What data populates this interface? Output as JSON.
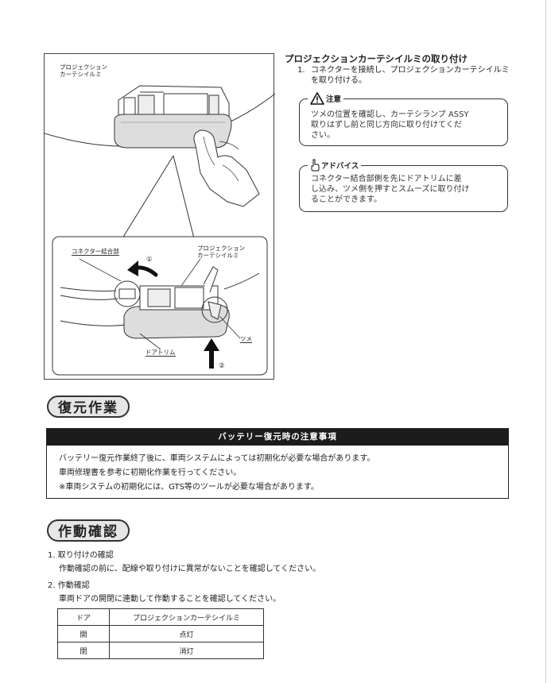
{
  "figure": {
    "label_top_1": "プロジェクション",
    "label_top_2": "カーテシイルミ",
    "label_connector": "コネクター結合部",
    "label_inset_1": "プロジェクション",
    "label_inset_2": "カーテシイルミ",
    "label_doortrim": "ドアトリム",
    "label_claw": "ツメ",
    "step1_mark": "①",
    "step2_mark": "②"
  },
  "install": {
    "title": "プロジェクションカーテシイルミの取り付け",
    "step_num": "1.",
    "step_text": "コネクターを接続し、プロジェクションカーテシイルミを取り付ける。"
  },
  "caution": {
    "label": "注意",
    "lines": [
      "ツメの位置を確認し、カーテシランプ ASSY",
      "取りはずし前と同じ方向に取り付けてくだ",
      "さい。"
    ]
  },
  "advice": {
    "label": "アドバイス",
    "lines": [
      "コネクター結合部側を先にドアトリムに差",
      "し込み、ツメ側を押すとスムーズに取り付け",
      "ることができます。"
    ]
  },
  "restore": {
    "heading": "復元作業",
    "notice_title": "バッテリー復元時の注意事項",
    "lines": [
      "バッテリー復元作業終了後に、車両システムによっては初期化が必要な場合があります。",
      "車両修理書を参考に初期化作業を行ってください。",
      "※車両システムの初期化には、GTS等のツールが必要な場合があります。"
    ]
  },
  "operation": {
    "heading": "作動確認",
    "item1_title": "1. 取り付けの確認",
    "item1_text": "作動確認の前に、配線や取り付けに異常がないことを確認してください。",
    "item2_title": "2. 作動確認",
    "item2_text": "車両ドアの開閉に連動して作動することを確認してください。",
    "table": {
      "headers": [
        "ドア",
        "プロジェクションカーテシイルミ"
      ],
      "rows": [
        [
          "開",
          "点灯"
        ],
        [
          "閉",
          "消灯"
        ]
      ]
    }
  }
}
